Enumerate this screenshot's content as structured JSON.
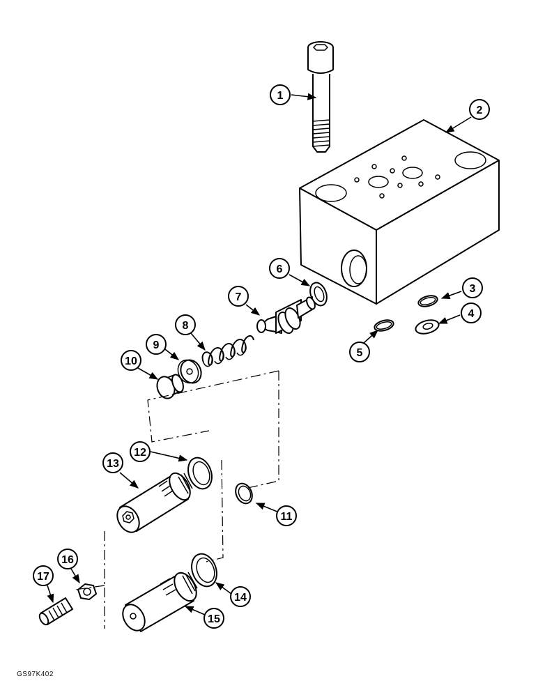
{
  "figure": {
    "reference_code": "GS97K402",
    "callouts": [
      {
        "id": "c1",
        "label": "1"
      },
      {
        "id": "c2",
        "label": "2"
      },
      {
        "id": "c3",
        "label": "3"
      },
      {
        "id": "c4",
        "label": "4"
      },
      {
        "id": "c5",
        "label": "5"
      },
      {
        "id": "c6",
        "label": "6"
      },
      {
        "id": "c7",
        "label": "7"
      },
      {
        "id": "c8",
        "label": "8"
      },
      {
        "id": "c9",
        "label": "9"
      },
      {
        "id": "c10",
        "label": "10"
      },
      {
        "id": "c11",
        "label": "11"
      },
      {
        "id": "c12",
        "label": "12"
      },
      {
        "id": "c13",
        "label": "13"
      },
      {
        "id": "c14",
        "label": "14"
      },
      {
        "id": "c15",
        "label": "15"
      },
      {
        "id": "c16",
        "label": "16"
      },
      {
        "id": "c17",
        "label": "17"
      }
    ]
  }
}
